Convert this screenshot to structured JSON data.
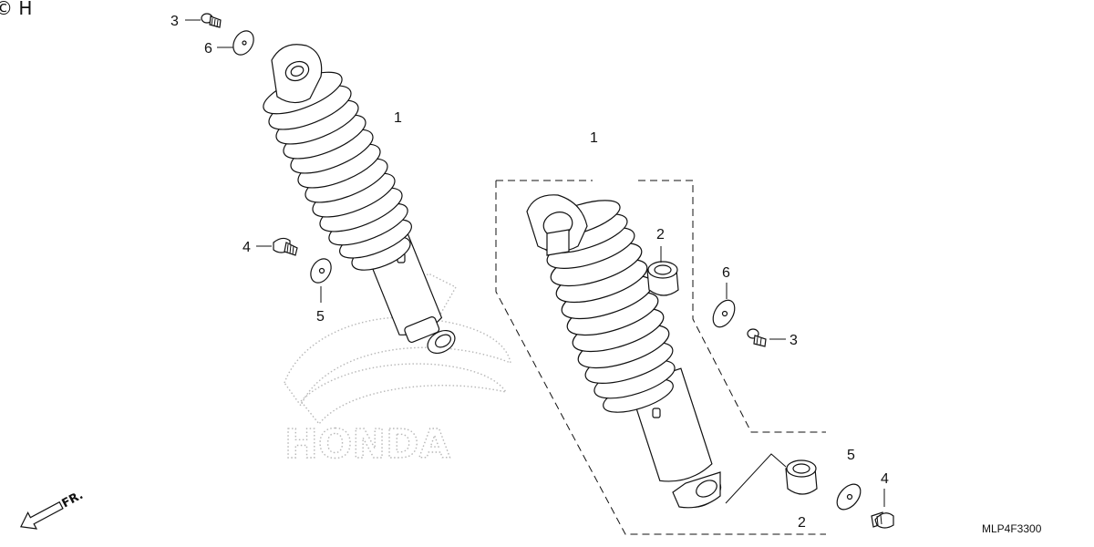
{
  "diagram": {
    "copyright_mark": "© H",
    "direction_label": "FR.",
    "drawing_code": "MLP4F3300",
    "watermark_text": "HONDA",
    "callouts": {
      "left_shock_ref": "1",
      "right_shock_ref": "1",
      "left_bolt_top": "3",
      "left_washer_top": "6",
      "left_bolt_bottom": "4",
      "left_washer_bottom": "5",
      "right_bushing_upper": "2",
      "right_washer_upper": "6",
      "right_bolt_upper": "3",
      "right_washer_lower": "5",
      "right_bolt_lower": "4",
      "right_bushing_lower": "2"
    }
  }
}
